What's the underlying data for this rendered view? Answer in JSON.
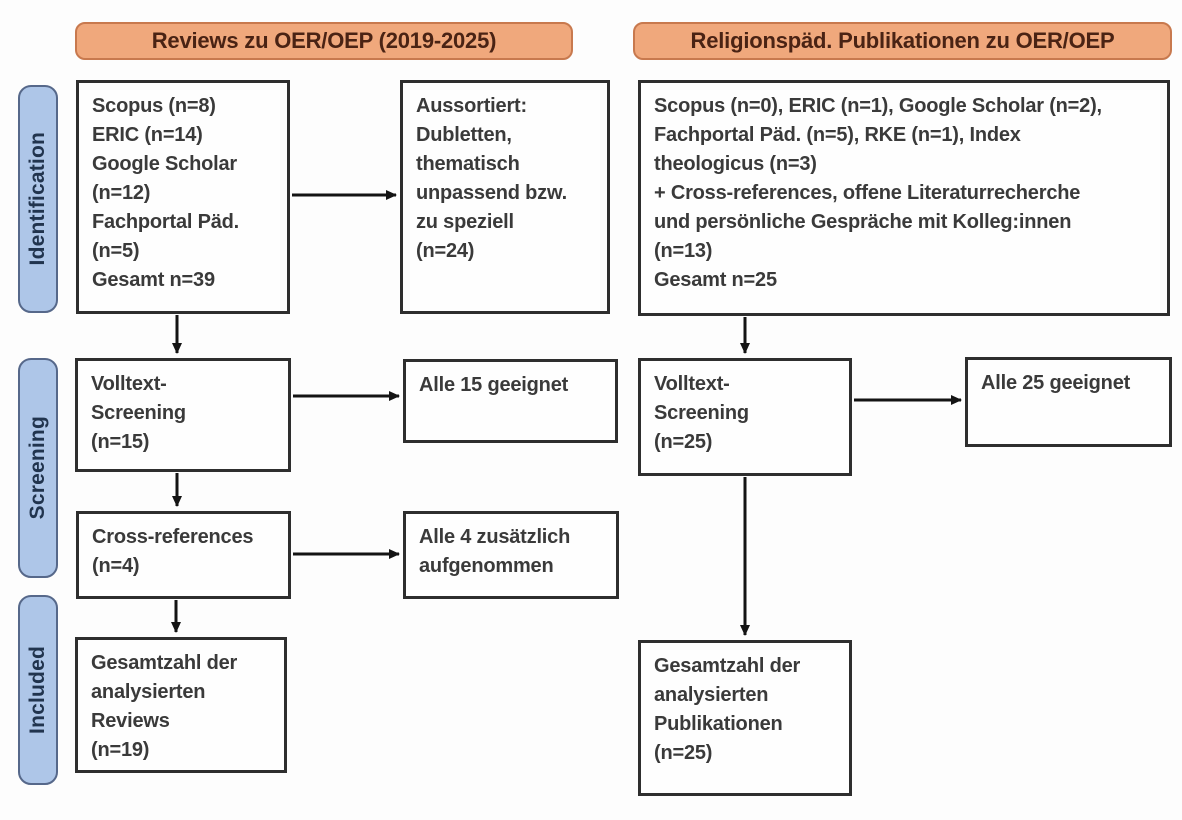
{
  "diagram": {
    "columns": [
      {
        "id": "reviews",
        "header": "Reviews zu OER/OEP (2019-2025)"
      },
      {
        "id": "religionspaed",
        "header": "Religionspäd. Publikationen zu OER/OEP"
      }
    ],
    "stages": [
      {
        "id": "identification",
        "label": "Identification"
      },
      {
        "id": "screening",
        "label": "Screening"
      },
      {
        "id": "included",
        "label": "Included"
      }
    ],
    "boxes": {
      "review_sources": {
        "lines": [
          "Scopus (n=8)",
          "ERIC (n=14)",
          "Google Scholar",
          "(n=12)",
          "Fachportal Päd.",
          "(n=5)",
          "Gesamt n=39"
        ]
      },
      "review_excluded": {
        "lines": [
          "Aussortiert:",
          "Dubletten,",
          "thematisch",
          "unpassend bzw.",
          "zu speziell",
          "(n=24)"
        ]
      },
      "relpaed_sources": {
        "lines": [
          "Scopus (n=0), ERIC (n=1), Google Scholar (n=2),",
          "Fachportal Päd. (n=5), RKE (n=1), Index",
          "theologicus (n=3)",
          "+ Cross-references, offene Literaturrecherche",
          "und persönliche Gespräche mit Kolleg:innen",
          "(n=13)",
          "Gesamt n=25"
        ]
      },
      "review_fulltext": {
        "lines": [
          "Volltext-",
          "Screening",
          "(n=15)"
        ]
      },
      "review_fulltext_result": {
        "lines": [
          "Alle 15 geeignet"
        ]
      },
      "review_crossref": {
        "lines": [
          "Cross-references",
          "(n=4)"
        ]
      },
      "review_crossref_result": {
        "lines": [
          "Alle 4 zusätzlich",
          "aufgenommen"
        ]
      },
      "review_included": {
        "lines": [
          "Gesamtzahl der",
          "analysierten",
          "Reviews",
          "(n=19)"
        ]
      },
      "relpaed_fulltext": {
        "lines": [
          "Volltext-",
          "Screening",
          "(n=25)"
        ]
      },
      "relpaed_fulltext_result": {
        "lines": [
          "Alle 25 geeignet"
        ]
      },
      "relpaed_included": {
        "lines": [
          "Gesamtzahl der",
          "analysierten",
          "Publikationen",
          "(n=25)"
        ]
      }
    },
    "colors": {
      "background": "#fdfdfd",
      "header_fill": "#f0a87c",
      "header_border": "#c8794e",
      "header_text": "#4a2314",
      "stage_fill": "#aec6e8",
      "stage_border": "#56688a",
      "stage_text": "#21344e",
      "box_border": "#2e2e2e",
      "box_text": "#3a3a3a",
      "arrow": "#141414"
    }
  }
}
